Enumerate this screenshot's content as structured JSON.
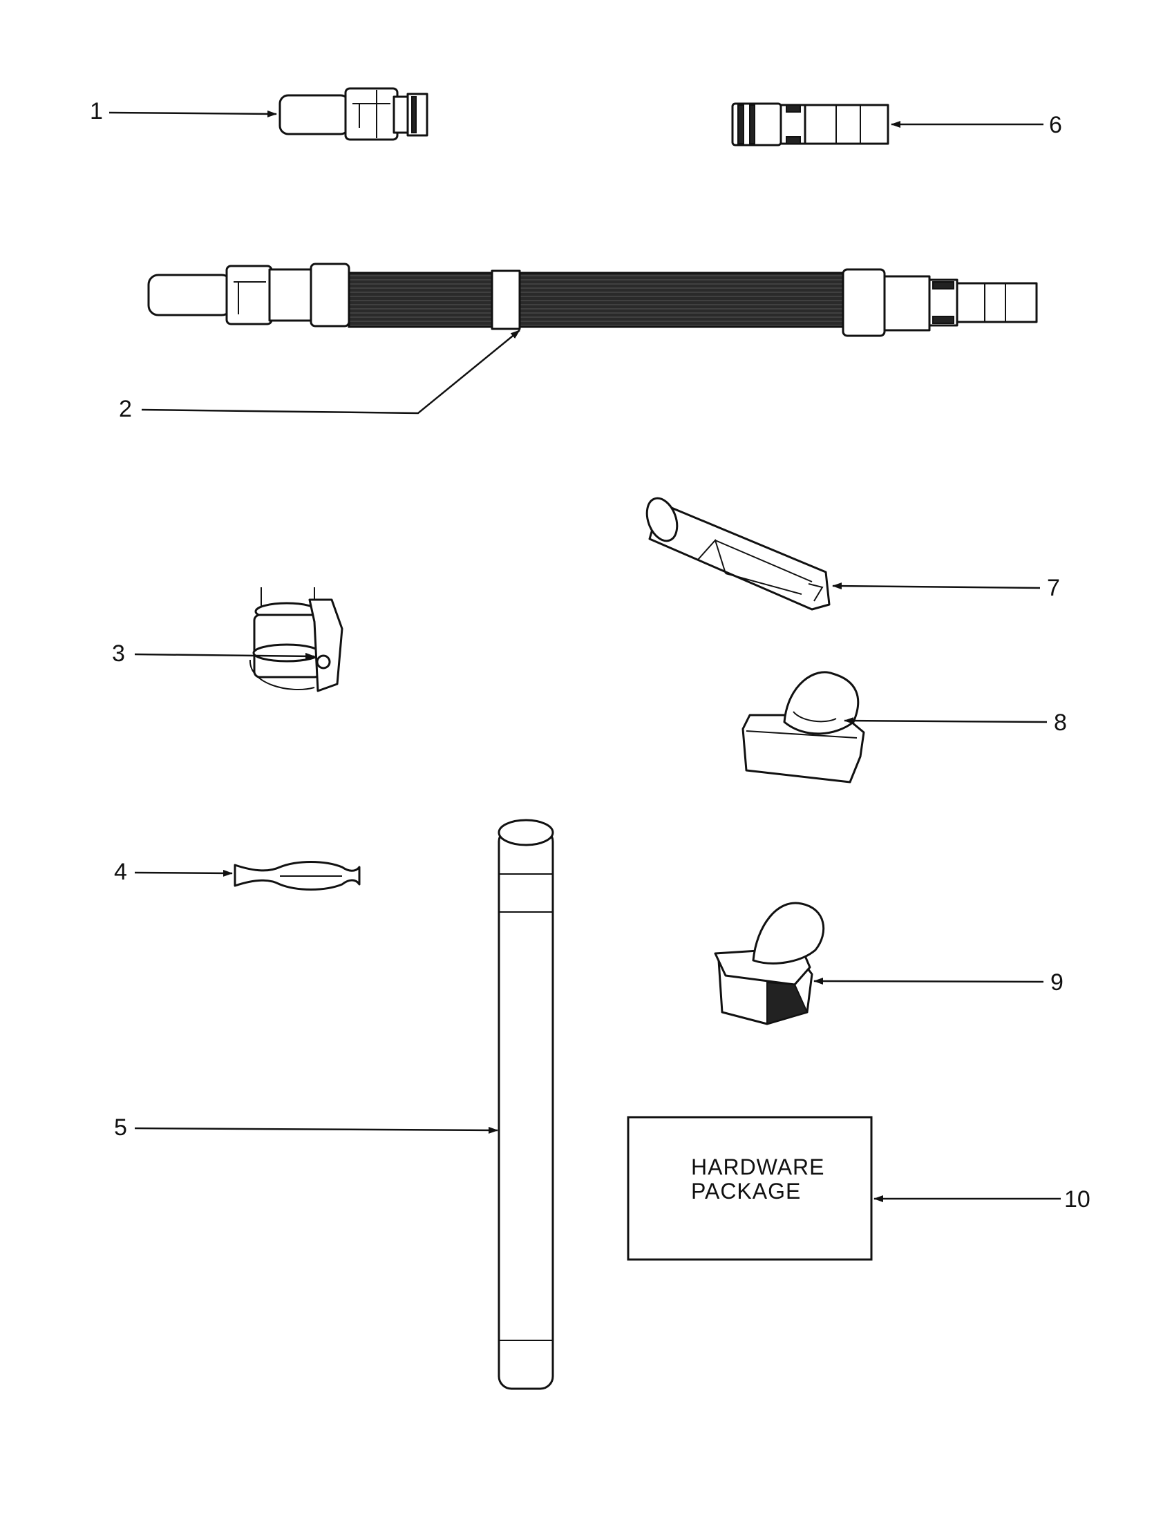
{
  "callouts": [
    {
      "id": "1",
      "label": "1"
    },
    {
      "id": "2",
      "label": "2"
    },
    {
      "id": "3",
      "label": "3"
    },
    {
      "id": "4",
      "label": "4"
    },
    {
      "id": "5",
      "label": "5"
    },
    {
      "id": "6",
      "label": "6"
    },
    {
      "id": "7",
      "label": "7"
    },
    {
      "id": "8",
      "label": "8"
    },
    {
      "id": "9",
      "label": "9"
    },
    {
      "id": "10",
      "label": "10"
    }
  ],
  "hardware_box": {
    "line1": "HARDWARE",
    "line2": "PACKAGE"
  }
}
